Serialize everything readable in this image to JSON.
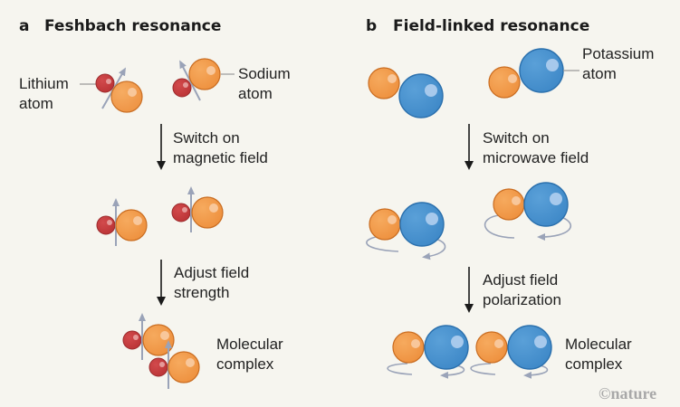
{
  "panel_a": {
    "letter": "a",
    "title": "Feshbach resonance",
    "lithium_label": [
      "Lithium",
      "atom"
    ],
    "sodium_label": [
      "Sodium",
      "atom"
    ],
    "step1": [
      "Switch on",
      "magnetic field"
    ],
    "step2": [
      "Adjust field",
      "strength"
    ],
    "result": [
      "Molecular",
      "complex"
    ]
  },
  "panel_b": {
    "letter": "b",
    "title": "Field-linked resonance",
    "potassium_label": [
      "Potassium",
      "atom"
    ],
    "step1": [
      "Switch on",
      "microwave field"
    ],
    "step2": [
      "Adjust field",
      "polarization"
    ],
    "result": [
      "Molecular",
      "complex"
    ]
  },
  "credit": "©nature",
  "colors": {
    "sodium": "#f19a48",
    "lithium": "#c63c3e",
    "potassium": "#4a94d0",
    "spin_arrow": "#9aa3b8",
    "background": "#f6f5ef"
  }
}
